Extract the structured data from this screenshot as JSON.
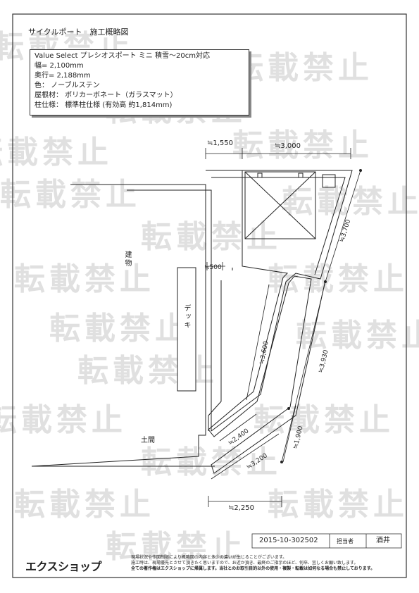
{
  "title": "サイクルポート　施工概略図",
  "spec": {
    "line1": "Value Select プレシオスポート ミニ 積雪～20cm対応",
    "line2": "幅= 2,100mm",
    "line3": "奥行= 2,188mm",
    "line4": "色：  ノーブルステン",
    "line5": "屋根材：  ポリカーボネート（ガラスマット）",
    "line6": "柱仕様：  標準柱仕様 (有効高 約1,814mm)"
  },
  "labels": {
    "building": "建物",
    "deck": "デッキ",
    "doma": "土間"
  },
  "dimensions": {
    "d1550": "≒1,550",
    "d3000": "≒3,000",
    "d500": "≒500",
    "d3700": "≒3,700",
    "d3600": "≒3,600",
    "d3930": "≒3,930",
    "d2400": "≒2,400",
    "d1900": "≒1,900",
    "d3200": "≒3,200",
    "d2250": "≒2,250"
  },
  "footer": {
    "doc_no": "2015-10-302502",
    "person_label": "担当者",
    "person_name": "酒井",
    "brand": "エクスショップ",
    "note1": "現場状況や作図制限により概略図の内容と多少の違いが生じることがございます。",
    "note2": "施工時は、現場優先とさせて頂きたく思いますので、お近か頂き、最終のご指示のほど、何卒、宜しくお願い致します。",
    "note3": "全ての著作権はエクスショップに帰属します。当社とのお取引目的以外の使用・複製・転載は如何なる場合も禁止しております。"
  },
  "watermark": "転載禁止"
}
